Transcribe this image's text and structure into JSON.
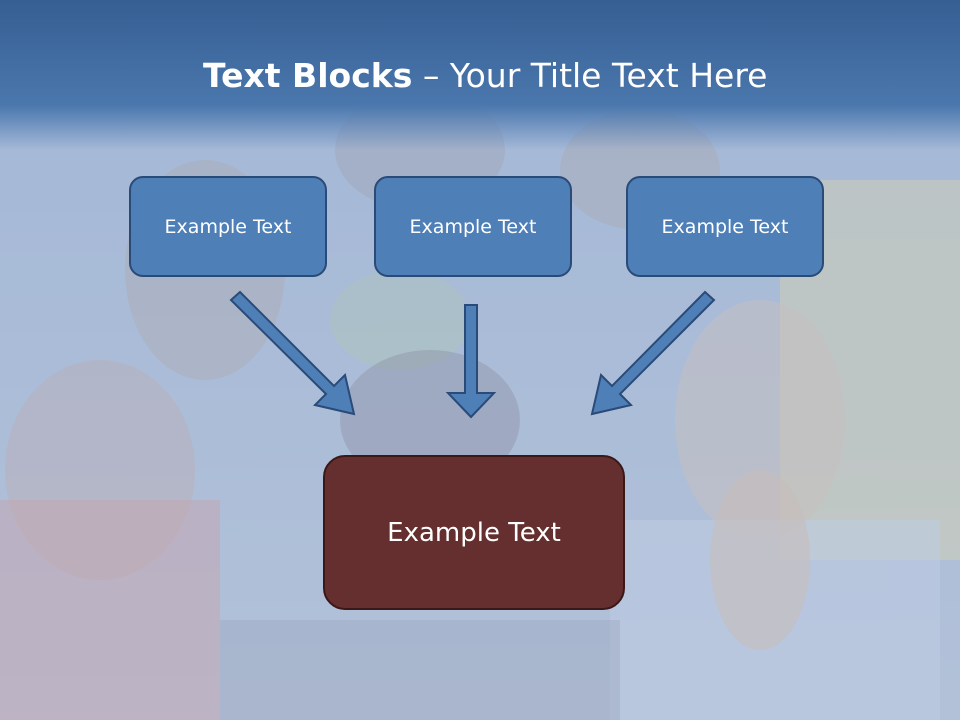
{
  "slide": {
    "title_bold": "Text Blocks",
    "title_dash": " – ",
    "title_rest": "Your Title Text Here"
  },
  "blocks": [
    {
      "label": "Example Text"
    },
    {
      "label": "Example Text"
    },
    {
      "label": "Example Text"
    }
  ],
  "center_block": {
    "label": "Example Text"
  },
  "colors": {
    "title_band": "#4a77ad",
    "block_fill": "#4f7fb7",
    "block_border": "#2a4a78",
    "center_fill": "#652f2f",
    "arrow_fill": "#4f7fb7"
  }
}
